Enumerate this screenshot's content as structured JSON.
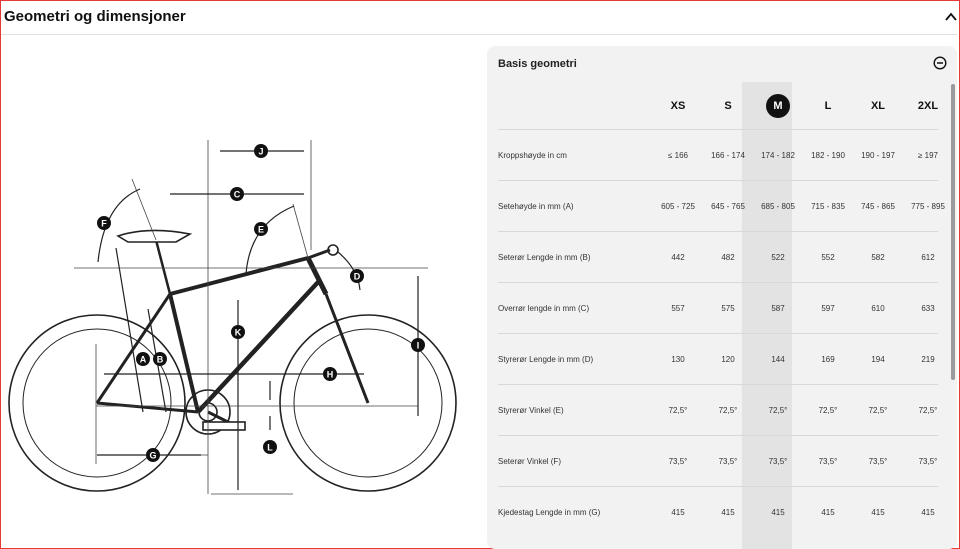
{
  "section": {
    "title": "Geometri og dimensjoner"
  },
  "panel": {
    "title": "Basis geometri"
  },
  "sizes": [
    "XS",
    "S",
    "M",
    "L",
    "XL",
    "2XL"
  ],
  "selected_size": "M",
  "diagram_labels": [
    "A",
    "B",
    "C",
    "D",
    "E",
    "F",
    "G",
    "H",
    "I",
    "J",
    "K",
    "L"
  ],
  "rows": [
    {
      "label": "Kroppshøyde in cm",
      "values": [
        "≤ 166",
        "166 - 174",
        "174 - 182",
        "182 - 190",
        "190 - 197",
        "≥ 197"
      ]
    },
    {
      "label": "Setehøyde in mm (A)",
      "values": [
        "605 - 725",
        "645 - 765",
        "685 - 805",
        "715 - 835",
        "745 - 865",
        "775 - 895"
      ]
    },
    {
      "label": "Seterør Lengde in mm (B)",
      "values": [
        "442",
        "482",
        "522",
        "552",
        "582",
        "612"
      ]
    },
    {
      "label": "Overrør lengde in mm (C)",
      "values": [
        "557",
        "575",
        "587",
        "597",
        "610",
        "633"
      ]
    },
    {
      "label": "Styrerør Lengde in mm (D)",
      "values": [
        "130",
        "120",
        "144",
        "169",
        "194",
        "219"
      ]
    },
    {
      "label": "Styrerør Vinkel (E)",
      "values": [
        "72,5°",
        "72,5°",
        "72,5°",
        "72,5°",
        "72,5°",
        "72,5°"
      ]
    },
    {
      "label": "Seterør Vinkel (F)",
      "values": [
        "73,5°",
        "73,5°",
        "73,5°",
        "73,5°",
        "73,5°",
        "73,5°"
      ]
    },
    {
      "label": "Kjedestag Lengde in mm (G)",
      "values": [
        "415",
        "415",
        "415",
        "415",
        "415",
        "415"
      ]
    }
  ]
}
